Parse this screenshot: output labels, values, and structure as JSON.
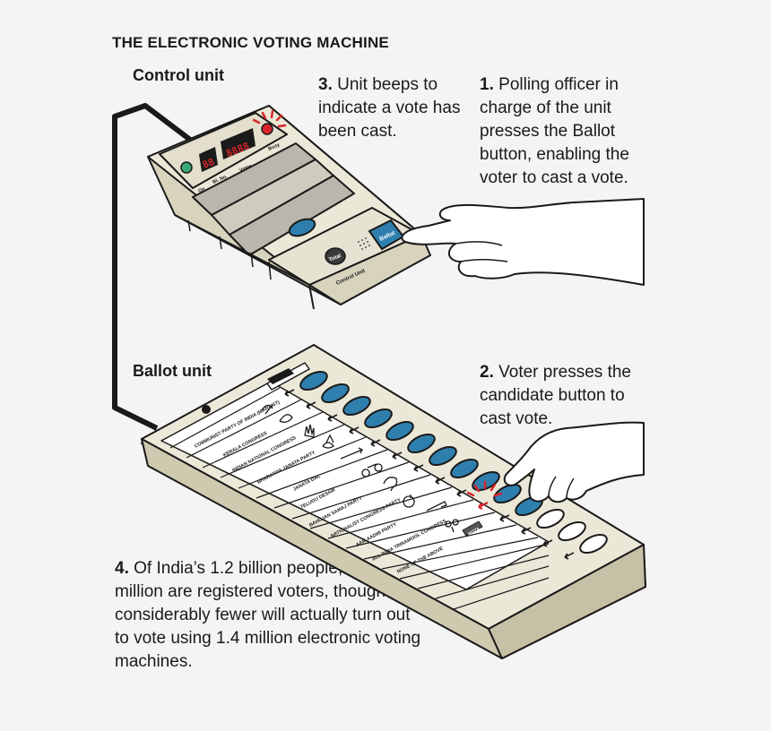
{
  "title": "THE ELECTRONIC VOTING MACHINE",
  "labels": {
    "control_unit": "Control unit",
    "ballot_unit": "Ballot unit"
  },
  "steps": [
    {
      "num": "1.",
      "text": "Polling officer in charge of the unit presses the Ballot button, enabling the voter to cast a vote."
    },
    {
      "num": "2.",
      "text": "Voter presses the candidate button to cast vote."
    },
    {
      "num": "3.",
      "text": "Unit beeps to indicate a vote has been cast."
    },
    {
      "num": "4.",
      "text": "Of India’s 1.2 billion people, 814 million are registered voters, though considerably fewer will actually turn out to vote using 1.4 million electronic voting machines."
    }
  ],
  "control_unit": {
    "display_small": "88",
    "display_large": "8888",
    "button_total": "Total",
    "button_ballot": "Ballot",
    "model_text": "Control Unit",
    "panel_labels": [
      "On",
      "Bl. No.",
      "Votes",
      "Busy"
    ]
  },
  "ballot_unit": {
    "candidates": [
      "COMMUNIST PARTY OF INDIA (MARXIST)",
      "KERALA CONGRESS",
      "INDIAN NATIONAL CONGRESS",
      "BHARATIYA JANATA PARTY",
      "JANATA DAL",
      "TELUGU DESAM",
      "BAHUJAN SAMAJ PARTY",
      "NATIONALIST CONGRESS PARTY",
      "AAM AADMI PARTY",
      "ALL INDIA TRINAMOOL CONGRESS",
      "NONE OF THE ABOVE"
    ],
    "nota_badge": "NOTA"
  },
  "colors": {
    "machine_body": "#ece8d8",
    "machine_shade": "#d8d3bd",
    "outline": "#1a1a1a",
    "button_blue": "#2f7fae",
    "led_red": "#d8262b",
    "led_green": "#3aa876",
    "background": "#f4f4f4"
  }
}
